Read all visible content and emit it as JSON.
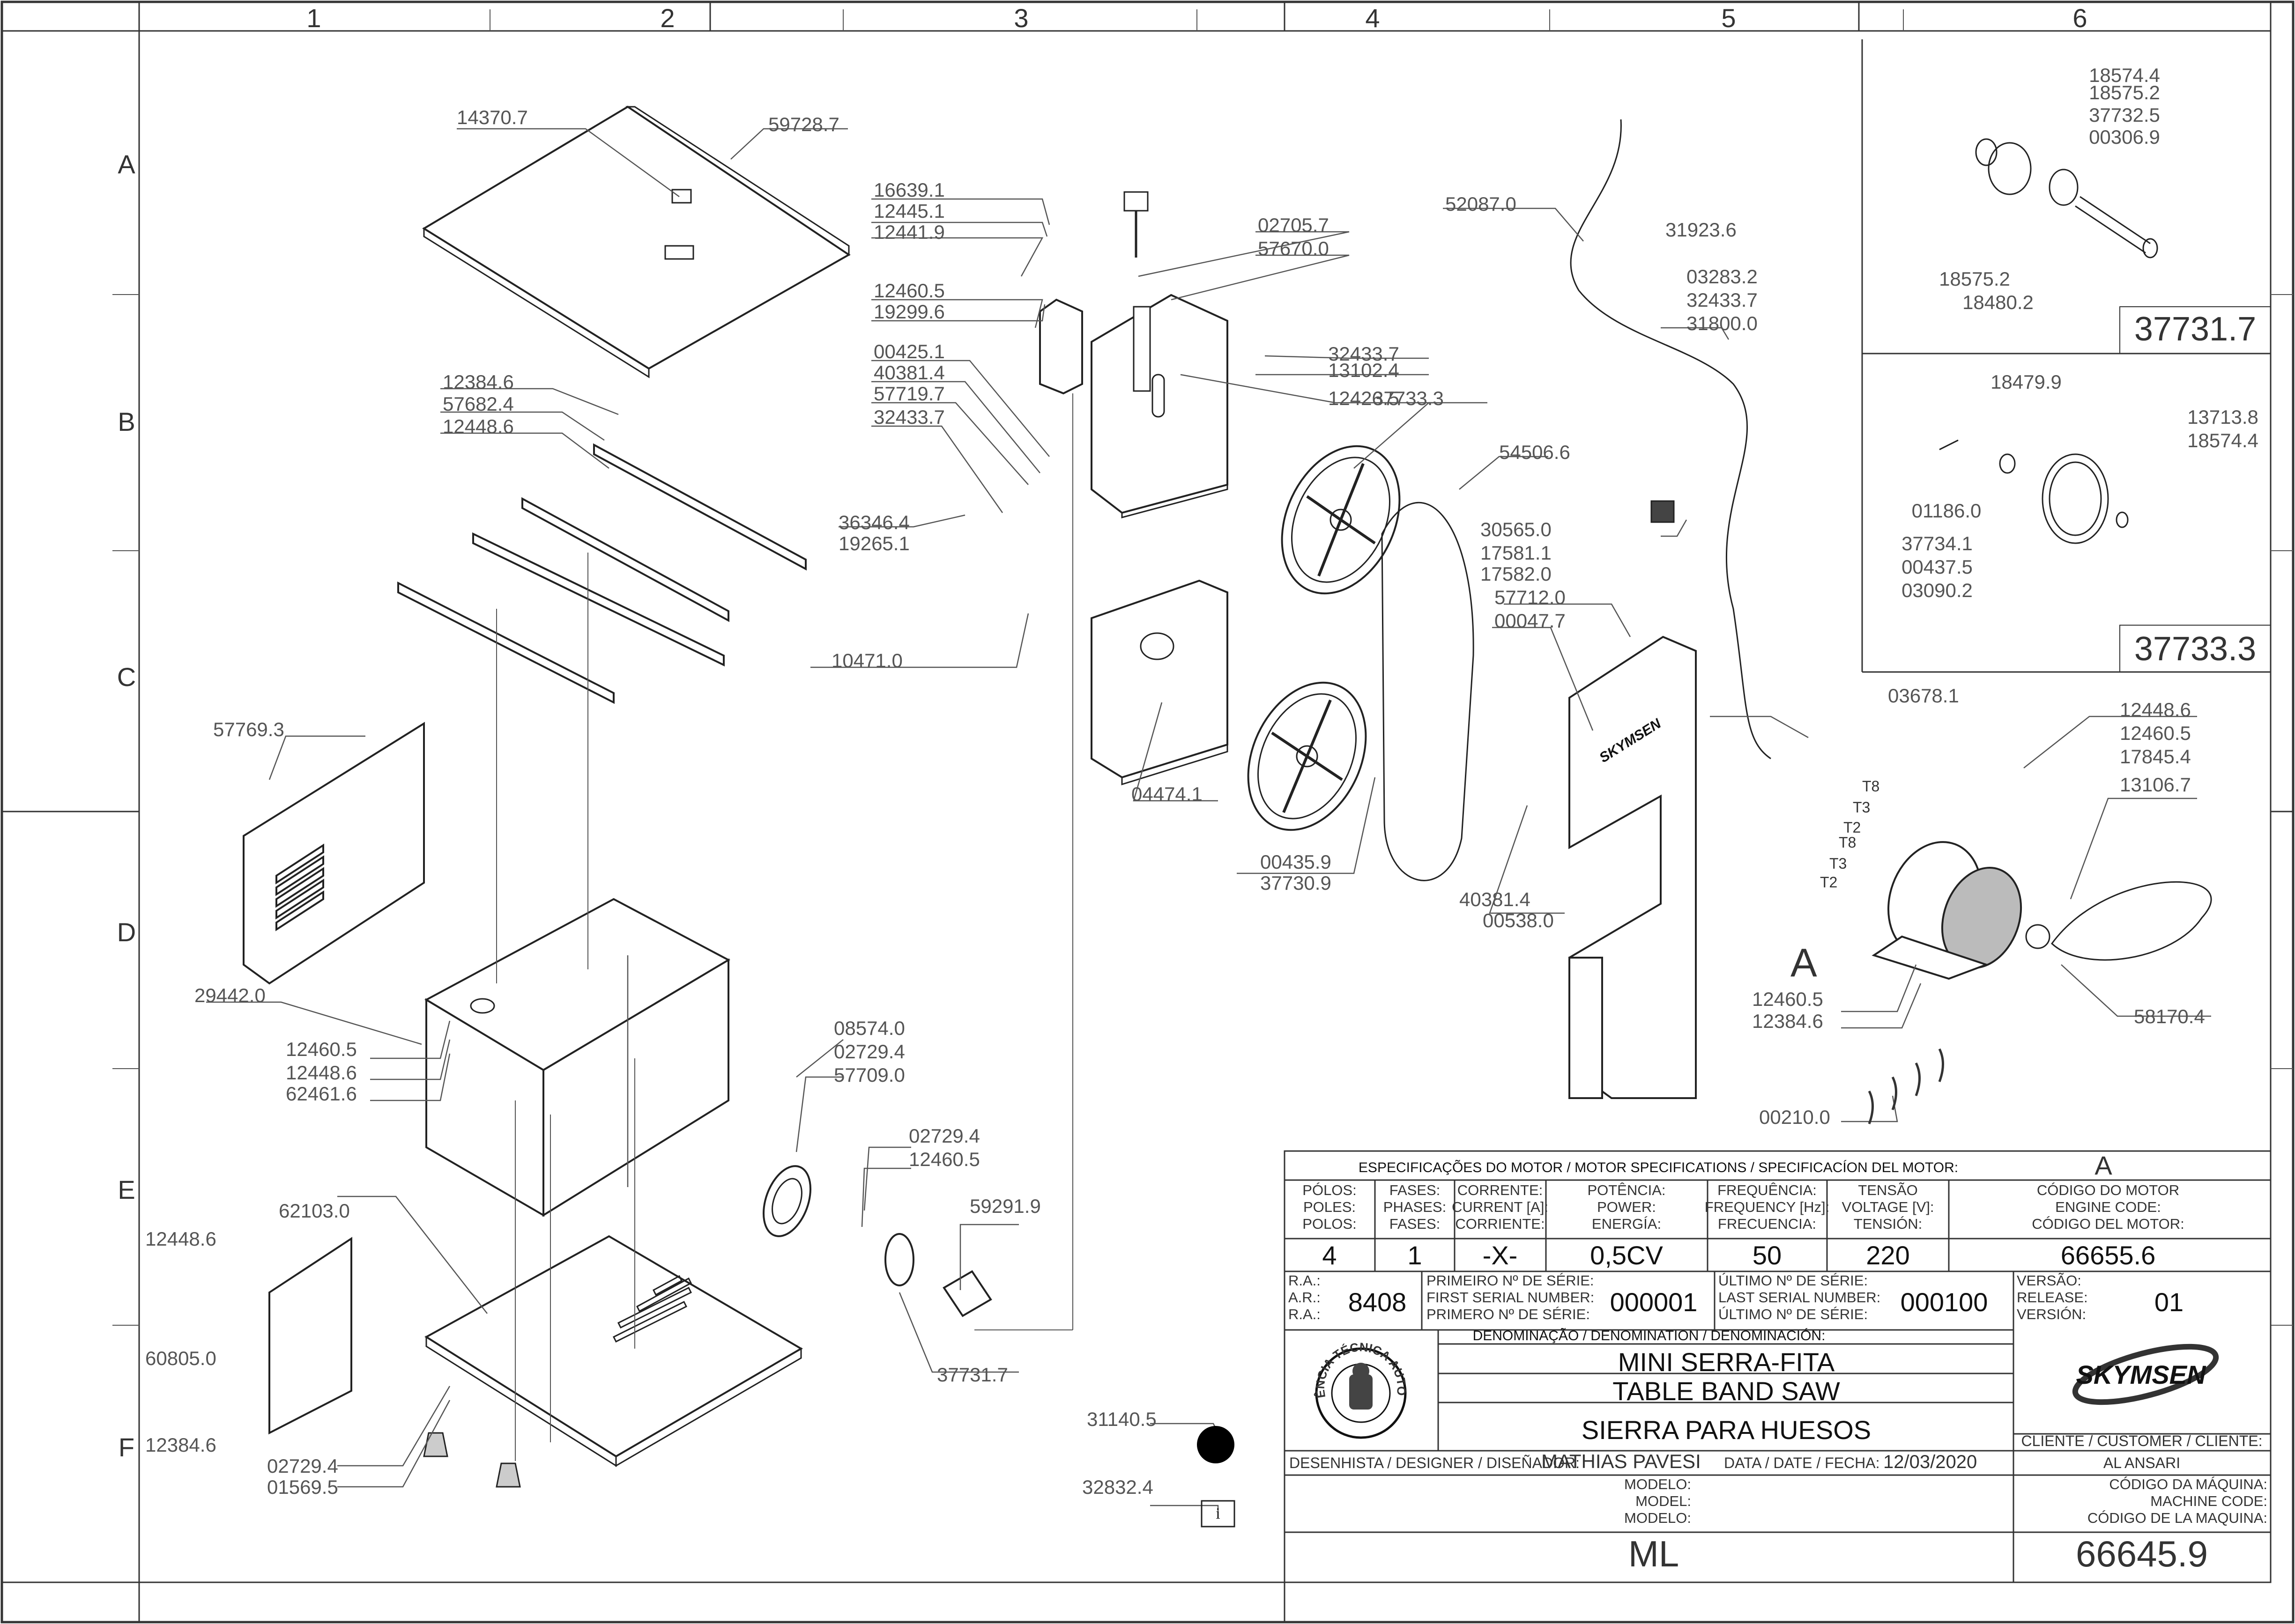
{
  "grid": {
    "columns": [
      "1",
      "2",
      "3",
      "4",
      "5",
      "6"
    ],
    "rows": [
      "A",
      "B",
      "C",
      "D",
      "E",
      "F"
    ]
  },
  "callouts": [
    {
      "label": "14370.7"
    },
    {
      "label": "59728.7"
    },
    {
      "label": "16639.1"
    },
    {
      "label": "12445.1"
    },
    {
      "label": "12441.9"
    },
    {
      "label": "12460.5"
    },
    {
      "label": "19299.6"
    },
    {
      "label": "02705.7"
    },
    {
      "label": "57670.0"
    },
    {
      "label": "00425.1"
    },
    {
      "label": "40381.4"
    },
    {
      "label": "57719.7"
    },
    {
      "label": "32433.7"
    },
    {
      "label": "32433.7"
    },
    {
      "label": "13102.4"
    },
    {
      "label": "12426.5"
    },
    {
      "label": "37733.3"
    },
    {
      "label": "12384.6"
    },
    {
      "label": "57682.4"
    },
    {
      "label": "12448.6"
    },
    {
      "label": "36346.4"
    },
    {
      "label": "19265.1"
    },
    {
      "label": "10471.0"
    },
    {
      "label": "52087.0"
    },
    {
      "label": "31923.6"
    },
    {
      "label": "03283.2"
    },
    {
      "label": "32433.7"
    },
    {
      "label": "31800.0"
    },
    {
      "label": "54506.6"
    },
    {
      "label": "30565.0"
    },
    {
      "label": "17581.1"
    },
    {
      "label": "17582.0"
    },
    {
      "label": "57712.0"
    },
    {
      "label": "00047.7"
    },
    {
      "label": "57769.3"
    },
    {
      "label": "04474.1"
    },
    {
      "label": "00435.9"
    },
    {
      "label": "37730.9"
    },
    {
      "label": "40381.4"
    },
    {
      "label": "00538.0"
    },
    {
      "label": "03678.1"
    },
    {
      "label": "12448.6"
    },
    {
      "label": "12460.5"
    },
    {
      "label": "17845.4"
    },
    {
      "label": "13106.7"
    },
    {
      "label": "29442.0"
    },
    {
      "label": "12460.5"
    },
    {
      "label": "12448.6"
    },
    {
      "label": "62461.6"
    },
    {
      "label": "08574.0"
    },
    {
      "label": "02729.4"
    },
    {
      "label": "57709.0"
    },
    {
      "label": "12460.5"
    },
    {
      "label": "12384.6"
    },
    {
      "label": "58170.4"
    },
    {
      "label": "02729.4"
    },
    {
      "label": "12460.5"
    },
    {
      "label": "59291.9"
    },
    {
      "label": "62103.0"
    },
    {
      "label": "00210.0"
    },
    {
      "label": "12448.6"
    },
    {
      "label": "60805.0"
    },
    {
      "label": "37731.7"
    },
    {
      "label": "12384.6"
    },
    {
      "label": "02729.4"
    },
    {
      "label": "01569.5"
    },
    {
      "label": "31140.5"
    },
    {
      "label": "32832.4"
    }
  ],
  "detail_a": {
    "callouts": [
      "18574.4",
      "18575.2",
      "37732.5",
      "00306.9",
      "18575.2",
      "18480.2"
    ],
    "box_code": "37731.7"
  },
  "detail_b": {
    "callouts": [
      "18479.9",
      "13713.8",
      "18574.4",
      "01186.0",
      "37734.1",
      "00437.5",
      "03090.2"
    ],
    "box_code": "37733.3"
  },
  "motor_letter": "A",
  "motor_wires": [
    "T8",
    "T3",
    "T2",
    "T8",
    "T3",
    "T2"
  ],
  "title_block": {
    "motor_spec_title": "ESPECIFICAÇÕES DO MOTOR / MOTOR SPECIFICATIONS / SPECIFICACÍON DEL MOTOR:",
    "motor_spec_value": "A",
    "poles_label": "PÓLOS:\nPOLES:\nPOLOS:",
    "poles": "4",
    "phases_label": "FASES:\nPHASES:\nFASES:",
    "phases": "1",
    "current_label": "CORRENTE:\nCURRENT [A]:\nCORRIENTE:",
    "current": "-X-",
    "power_label": "POTÊNCIA:\nPOWER:\nENERGÍA:",
    "power": "0,5CV",
    "frequency_label": "FREQUÊNCIA:\nFREQUENCY [Hz]:\nFRECUENCIA:",
    "frequency": "50",
    "voltage_label": "TENSÃO\nVOLTAGE [V]:\nTENSIÓN:",
    "voltage": "220",
    "engine_code_label": "CÓDIGO DO MOTOR\nENGINE CODE:\nCÓDIGO DEL MOTOR:",
    "engine_code": "66655.6",
    "ra_label": "R.A.:\nA.R.:\nR.A.:",
    "ra": "8408",
    "first_serial_label": "PRIMEIRO Nº DE SÉRIE:\nFIRST SERIAL NUMBER:\nPRIMERO Nº DE SÉRIE:",
    "first_serial": "000001",
    "last_serial_label": "ÚLTIMO Nº DE SÉRIE:\nLAST SERIAL NUMBER:\nÚLTIMO Nº DE SÉRIE:",
    "last_serial": "000100",
    "version_label": "VERSÃO:\nRELEASE:\nVERSIÓN:",
    "version": "01",
    "denomination_label": "DENOMINAÇÃO / DENOMINATION / DENOMINACIÓN:",
    "name_pt": "MINI SERRA-FITA",
    "name_en": "TABLE BAND SAW",
    "name_es": "SIERRA PARA HUESOS",
    "brand": "SKYMSEN",
    "seal_text": "ASSISTÊNCIA TÉCNICA AUTORIZADA",
    "customer_label": "CLIENTE / CUSTOMER / CLIENTE:",
    "customer": "AL ANSARI",
    "designer_label": "DESENHISTA / DESIGNER / DISEÑADOR:",
    "designer": "MATHIAS PAVESI",
    "date_label": "DATA / DATE / FECHA:",
    "date": "12/03/2020",
    "model_label": "MODELO:\nMODEL:\nMODELO:",
    "model": "ML",
    "machine_code_label": "CÓDIGO DA MÁQUINA:\nMACHINE CODE:\nCÓDIGO DE LA MAQUINA:",
    "machine_code": "66645.9"
  }
}
